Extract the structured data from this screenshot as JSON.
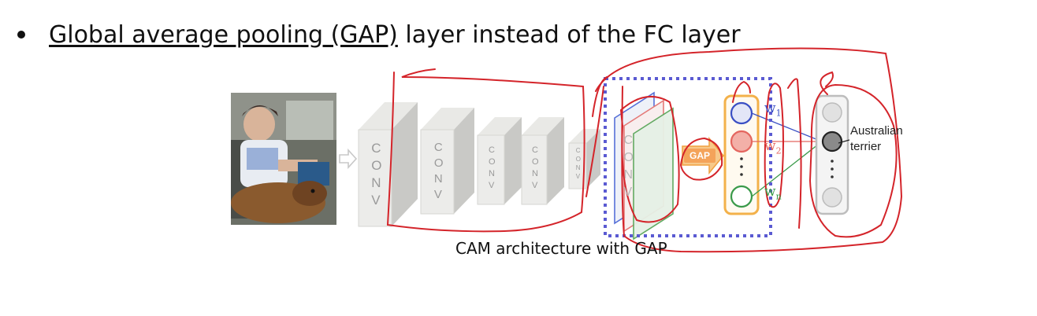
{
  "bullet": {
    "underlined": "Global average pooling (GAP)",
    "rest": " layer instead of the FC layer"
  },
  "figure": {
    "conv_label": "CONV",
    "gap_label": "GAP",
    "weights": [
      "w",
      "w",
      "w"
    ],
    "weight_subscripts": [
      "1",
      "2",
      "n"
    ],
    "output_label_line1": "Australian",
    "output_label_line2": "terrier",
    "caption": "CAM architecture with GAP"
  },
  "colors": {
    "annotation_red": "#d4242a",
    "dashed_box_blue": "#5a5ad2",
    "node_blue": "#3a4fc4",
    "node_red": "#e4665f",
    "node_green": "#3a9a4a",
    "gap_orange": "#f0a040",
    "column_orange": "#f3b14a"
  }
}
